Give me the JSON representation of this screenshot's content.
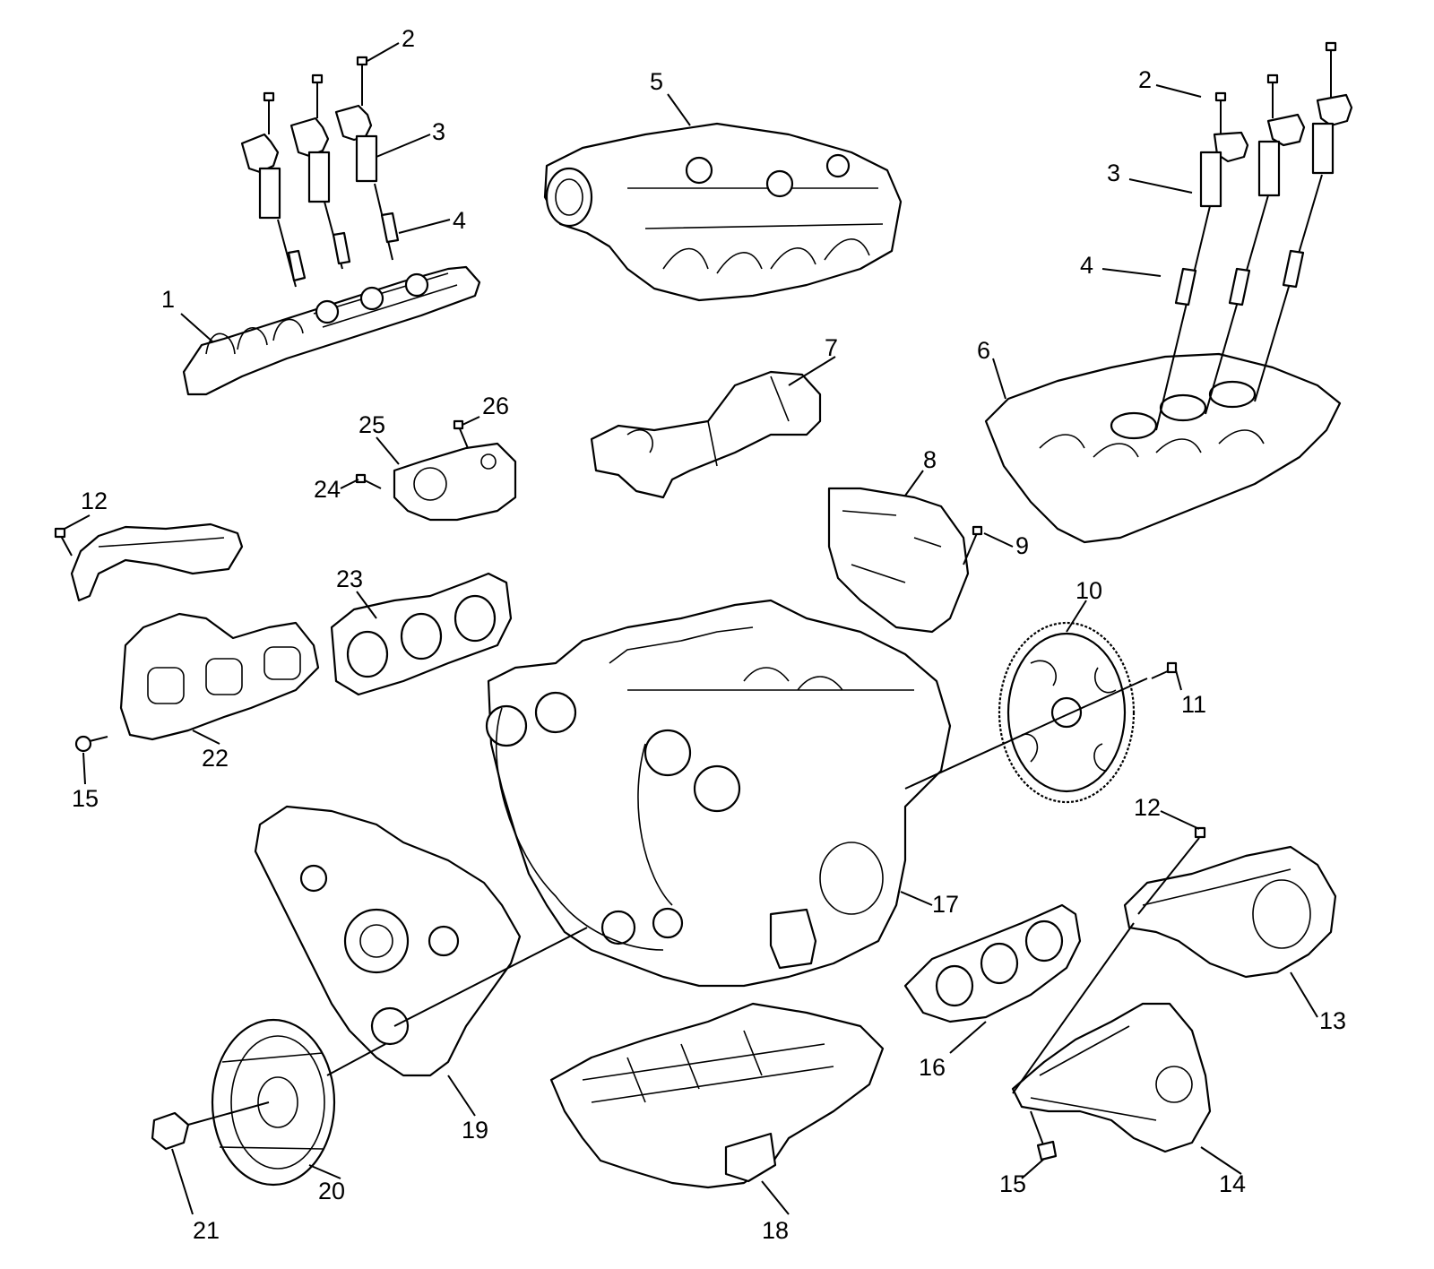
{
  "diagram": {
    "callouts": [
      {
        "id": "c1",
        "text": "1"
      },
      {
        "id": "c2a",
        "text": "2"
      },
      {
        "id": "c3a",
        "text": "3"
      },
      {
        "id": "c4a",
        "text": "4"
      },
      {
        "id": "c5",
        "text": "5"
      },
      {
        "id": "c2b",
        "text": "2"
      },
      {
        "id": "c3b",
        "text": "3"
      },
      {
        "id": "c4b",
        "text": "4"
      },
      {
        "id": "c6",
        "text": "6"
      },
      {
        "id": "c7",
        "text": "7"
      },
      {
        "id": "c8",
        "text": "8"
      },
      {
        "id": "c9",
        "text": "9"
      },
      {
        "id": "c10",
        "text": "10"
      },
      {
        "id": "c11",
        "text": "11"
      },
      {
        "id": "c12a",
        "text": "12"
      },
      {
        "id": "c12b",
        "text": "12"
      },
      {
        "id": "c13",
        "text": "13"
      },
      {
        "id": "c14",
        "text": "14"
      },
      {
        "id": "c15a",
        "text": "15"
      },
      {
        "id": "c15b",
        "text": "15"
      },
      {
        "id": "c16",
        "text": "16"
      },
      {
        "id": "c17",
        "text": "17"
      },
      {
        "id": "c18",
        "text": "18"
      },
      {
        "id": "c19",
        "text": "19"
      },
      {
        "id": "c20",
        "text": "20"
      },
      {
        "id": "c21",
        "text": "21"
      },
      {
        "id": "c22",
        "text": "22"
      },
      {
        "id": "c23",
        "text": "23"
      },
      {
        "id": "c24",
        "text": "24"
      },
      {
        "id": "c25",
        "text": "25"
      },
      {
        "id": "c26",
        "text": "26"
      }
    ]
  }
}
